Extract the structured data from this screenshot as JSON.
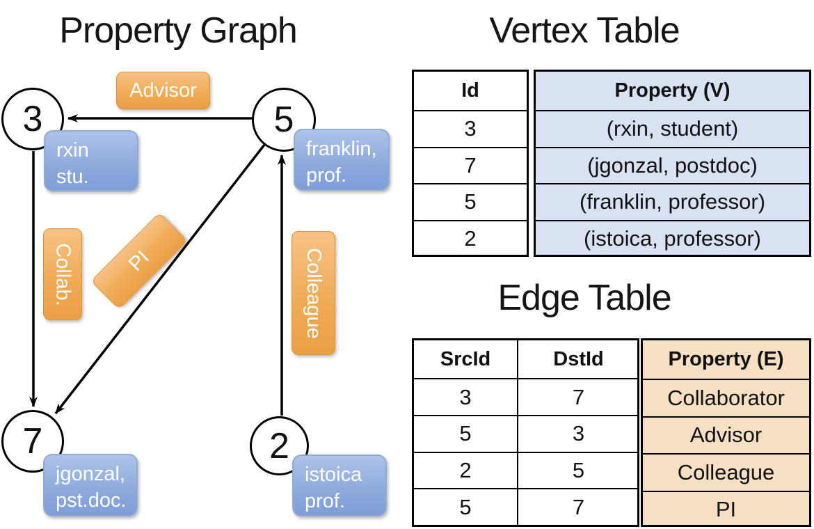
{
  "graph": {
    "title": "Property Graph",
    "nodes": [
      {
        "id": "3",
        "line1": "rxin",
        "line2": "stu."
      },
      {
        "id": "5",
        "line1": "franklin,",
        "line2": "prof."
      },
      {
        "id": "7",
        "line1": "jgonzal,",
        "line2": "pst.doc."
      },
      {
        "id": "2",
        "line1": "istoica",
        "line2": "prof."
      }
    ],
    "edge_labels": {
      "advisor": "Advisor",
      "collab": "Collab.",
      "pi": "PI",
      "colleague": "Colleague"
    }
  },
  "vertex_table": {
    "title": "Vertex Table",
    "col_id": "Id",
    "col_property": "Property (V)",
    "rows": [
      {
        "id": "3",
        "property": "(rxin, student)"
      },
      {
        "id": "7",
        "property": "(jgonzal, postdoc)"
      },
      {
        "id": "5",
        "property": "(franklin, professor)"
      },
      {
        "id": "2",
        "property": "(istoica, professor)"
      }
    ]
  },
  "edge_table": {
    "title": "Edge Table",
    "col_src": "SrcId",
    "col_dst": "DstId",
    "col_property": "Property (E)",
    "rows": [
      {
        "src": "3",
        "dst": "7",
        "property": "Collaborator"
      },
      {
        "src": "5",
        "dst": "3",
        "property": "Advisor"
      },
      {
        "src": "2",
        "dst": "5",
        "property": "Colleague"
      },
      {
        "src": "5",
        "dst": "7",
        "property": "PI"
      }
    ]
  },
  "colors": {
    "edge_label_orange": "#EFA64B",
    "vertex_box_blue": "#8FABDD",
    "vertex_cell_bg": "#D9E2F2",
    "edge_cell_bg": "#F6E0C3",
    "line_black": "#000000"
  }
}
